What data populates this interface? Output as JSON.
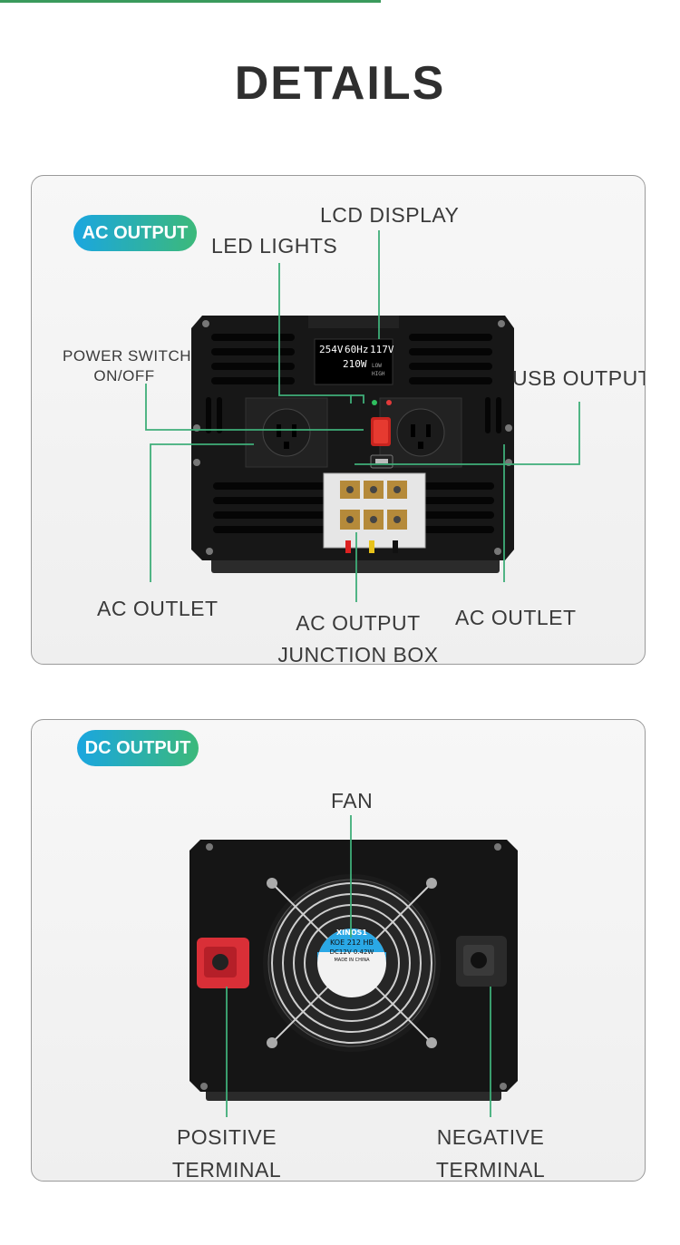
{
  "page_title": "DETAILS",
  "ac_section": {
    "badge": "AC OUTPUT",
    "labels": {
      "lcd_display": "LCD DISPLAY",
      "led_lights": "LED LIGHTS",
      "power_switch_1": "POWER SWITCH",
      "power_switch_2": "ON/OFF",
      "usb_output": "USB OUTPUT",
      "ac_outlet_left": "AC OUTLET",
      "ac_outlet_right": "AC OUTLET",
      "junction_box_1": "AC OUTPUT",
      "junction_box_2": "JUNCTION BOX"
    },
    "lcd_readout": {
      "input_voltage": "254V",
      "frequency": "60Hz",
      "output_voltage": "117V",
      "power": "210W",
      "mode_low": "LOW",
      "mode_high": "HIGH"
    }
  },
  "dc_section": {
    "badge": "DC OUTPUT",
    "labels": {
      "fan": "FAN",
      "positive_1": "POSITIVE",
      "positive_2": "TERMINAL",
      "negative_1": "NEGATIVE",
      "negative_2": "TERMINAL"
    },
    "fan_sticker": {
      "brand": "XINOS1",
      "model": "KOE 212 HB",
      "rating": "DC12V 0.42W",
      "origin": "MADE IN CHINA"
    }
  },
  "colors": {
    "leader_line": "#3fae79",
    "device_body": "#161616",
    "positive_terminal": "#e0353d",
    "negative_terminal": "#2a2a2a",
    "badge_start": "#1aa6e0",
    "badge_end": "#3cb97a"
  }
}
